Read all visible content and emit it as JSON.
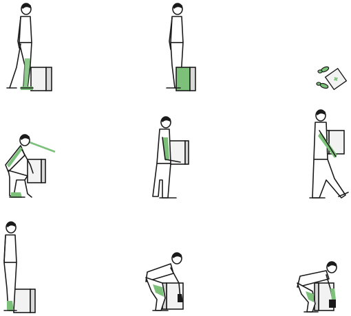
{
  "colors": {
    "highlight": "#7cc07a",
    "highlight_light": "#b9dfb4",
    "outline": "#1a1a1a",
    "box_fill": "#f2f2f2",
    "box_side": "#d9d9d9",
    "background": "#ffffff"
  },
  "panels": [
    {
      "id": "stand-beside-box",
      "highlight": "feet"
    },
    {
      "id": "box-between-feet",
      "highlight": "box-front"
    },
    {
      "id": "foot-placement-top-view",
      "highlight": "footprints"
    },
    {
      "id": "squat-lift",
      "highlight": "back-and-sightline"
    },
    {
      "id": "hold-box-close",
      "highlight": "arm"
    },
    {
      "id": "carry-walking",
      "highlight": "arm"
    },
    {
      "id": "stand-beside-box-2",
      "highlight": "leg"
    },
    {
      "id": "bend-grip-box",
      "highlight": "legs"
    },
    {
      "id": "deep-bend-grip-box",
      "highlight": "legs-and-hand"
    }
  ]
}
